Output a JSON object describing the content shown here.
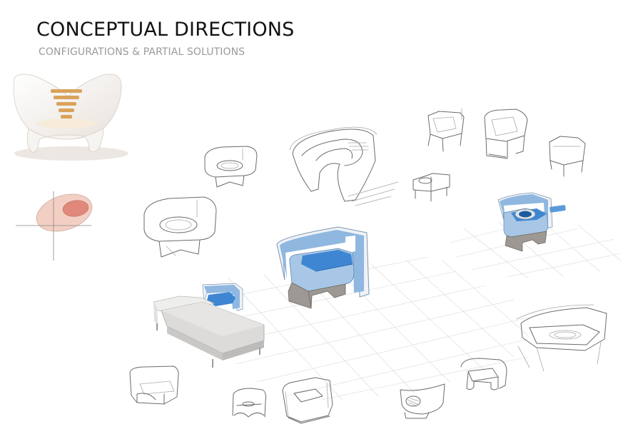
{
  "header": {
    "title": "CONCEPTUAL DIRECTIONS",
    "subtitle": "CONFIGURATIONS & PARTIAL SOLUTIONS"
  },
  "colors": {
    "title": "#111111",
    "subtitle": "#9a9a9a",
    "render_blue": "#6fa3d8",
    "seat_blue": "#3f86d2",
    "base_gray": "#9d9893",
    "diagram_outer": "#f3cfc3",
    "diagram_inner": "#e0897a",
    "bed_gray": "#d8d7d5"
  },
  "figures": [
    {
      "id": "reference-chair-render",
      "description": "white sculptural lounge chair with wooden slat back"
    },
    {
      "id": "positioning-diagram",
      "description": "axes with overlapping salmon ellipses"
    },
    {
      "id": "sketch-seat-small",
      "description": "pencil sketch of seat module"
    },
    {
      "id": "sketch-seat-large",
      "description": "pencil sketch of seat module"
    },
    {
      "id": "sketch-shell-chair",
      "description": "pencil sketch of curved shell chair"
    },
    {
      "id": "sketch-corner-chair-legs",
      "description": "pencil sketch of corner chair on legs"
    },
    {
      "id": "sketch-corner-chair-box",
      "description": "pencil sketch of corner chair with box base"
    },
    {
      "id": "sketch-hex-chair",
      "description": "pencil sketch of hex chair"
    },
    {
      "id": "sketch-bench",
      "description": "pencil sketch of bench module"
    },
    {
      "id": "render-chair-blue",
      "description": "blue corner chair render with gray base"
    },
    {
      "id": "render-chair-washbasin",
      "description": "blue chair render with circular basin"
    },
    {
      "id": "render-bed-with-chair",
      "description": "gray bed render with blue side chair"
    },
    {
      "id": "sketch-bottom-row",
      "description": "row of small pencil chair sketches"
    },
    {
      "id": "sketch-large-hex-seat",
      "description": "large pencil sketch of hex seat"
    }
  ]
}
